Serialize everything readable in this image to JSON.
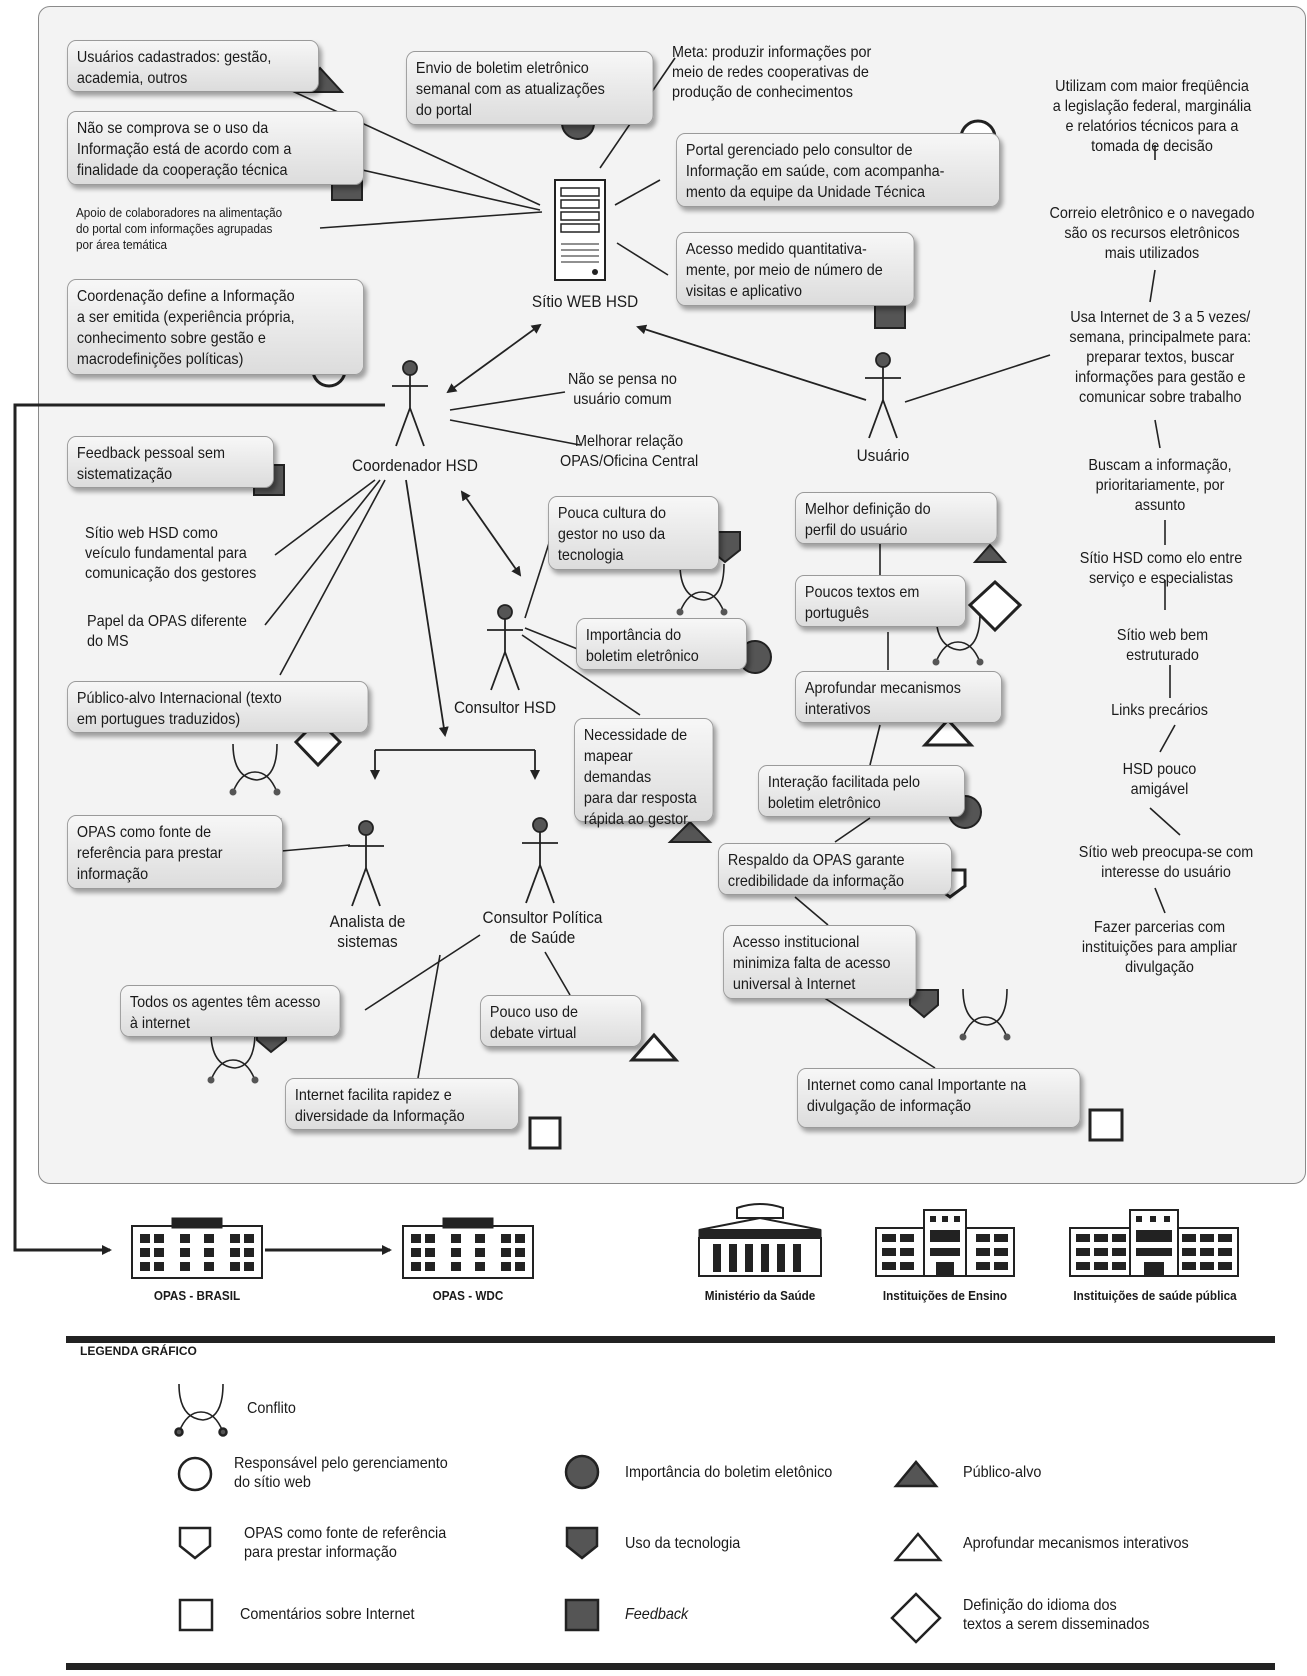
{
  "boxes": {
    "usuarios": "Usuários cadastrados: gestão,\nacademia, outros",
    "envio": "Envio de boletim eletrônico\nsemanal com as atualizações\ndo portal",
    "nao_comprova": "Não se comprova se o uso da\nInformação está de acordo com a\nfinalidade da cooperação técnica",
    "portal": "Portal gerenciado pelo consultor de\nInformação em saúde, com acompanha-\nmento da equipe da Unidade Técnica",
    "acesso_medido": "Acesso medido quantitativa-\nmente, por meio de número de\nvisitas e aplicativo",
    "coordenacao": "Coordenação define a Informação\na ser emitida (experiência própria,\nconhecimento sobre gestão e\nmacrodefinições políticas)",
    "feedback": "Feedback pessoal sem\nsistematização",
    "pouca_cultura": "Pouca cultura do\ngestor no uso da\ntecnologia",
    "importancia": "Importância do\nboletim eletrônico",
    "publico": "Público-alvo Internacional (texto\nem portugues traduzidos)",
    "necessidade": "Necessidade de\nmapear demandas\npara dar resposta\nrápida ao gestor",
    "opas_fonte": "OPAS como fonte de\nreferência para prestar\ninformação",
    "melhor_def": "Melhor definição do\nperfil do usuário",
    "poucos_textos": "Poucos textos em\nportuguês",
    "aprofundar": "Aprofundar mecanismos\ninterativos",
    "interacao": "Interação facilitada pelo\nboletim eletrônico",
    "respaldo": "Respaldo da OPAS garante\ncredibilidade da informação",
    "acesso_inst": "Acesso institucional\nminimiza falta de acesso\nuniversal à Internet",
    "todos": "Todos os agentes têm acesso\nà internet",
    "pouco_uso": "Pouco uso de\ndebate virtual",
    "internet_facilita": "Internet facilita rapidez e\ndiversidade da Informação",
    "internet_canal": "Internet como canal Importante na\ndivulgação de informação"
  },
  "texts": {
    "meta": "Meta: produzir informações por\nmeio de redes cooperativas de\nprodução de conhecimentos",
    "apoio": "Apoio de colaboradores na alimentação\ndo portal com informações agrupadas\npor área temática",
    "nao_pensa": "Não se pensa no\nusuário comum",
    "melhorar": "Melhorar relação\nOPAS/Oficina Central",
    "sitio_veiculo": "Sítio web HSD como\nveículo fundamental para\ncomunicação dos gestores",
    "papel": "Papel da OPAS diferente\ndo MS",
    "r1": "Utilizam com maior freqüência\na legislação federal, marginália\ne relatórios técnicos para a\ntomada de decisão",
    "r2": "Correio eletrônico e o navegado\nsão os recursos eletrônicos\nmais utilizados",
    "r3": "Usa Internet de 3 a 5 vezes/\nsemana, principalmete para:\npreparar textos, buscar\ninformações para gestão e\ncomunicar sobre trabalho",
    "r4": "Buscam a informação,\nprioritariamente, por\nassunto",
    "r5": "Sítio HSD como elo entre\nserviço e especialistas",
    "r6": "Sítio web bem\nestruturado",
    "r7": "Links precários",
    "r8": "HSD pouco\namigável",
    "r9": "Sítio web preocupa-se com\ninteresse do usuário",
    "r10": "Fazer parcerias com\ninstituições para ampliar\ndivulgação"
  },
  "actors": {
    "sitio": "Sítio WEB HSD",
    "coordenador": "Coordenador HSD",
    "usuario": "Usuário",
    "consultor": "Consultor HSD",
    "analista": "Analista de\nsistemas",
    "consultor_politica": "Consultor Política\nde Saúde"
  },
  "buildings": {
    "opas_brasil": "OPAS - BRASIL",
    "opas_wdc": "OPAS - WDC",
    "ministerio": "Ministério da Saúde",
    "ensino": "Instituições de Ensino",
    "saude_publica": "Instituições de saúde pública"
  },
  "legend": {
    "title": "LEGENDA GRÁFICO",
    "conflito": "Conflito",
    "circle_open": "Responsável pelo gerenciamento\ndo sítio web",
    "circle_filled": "Importância do boletim eletônico",
    "triangle_filled": "Público-alvo",
    "shield_open": "OPAS como fonte de referência\npara prestar informação",
    "shield_filled": "Uso da tecnologia",
    "triangle_open": "Aprofundar mecanismos interativos",
    "square_open": "Comentários sobre Internet",
    "square_filled": "Feedback",
    "diamond_open": "Definição do idioma dos\ntextos a serem disseminados"
  },
  "colors": {
    "panel": "#f3f3f3",
    "symbol_fill": "#555555",
    "line": "#222222"
  }
}
